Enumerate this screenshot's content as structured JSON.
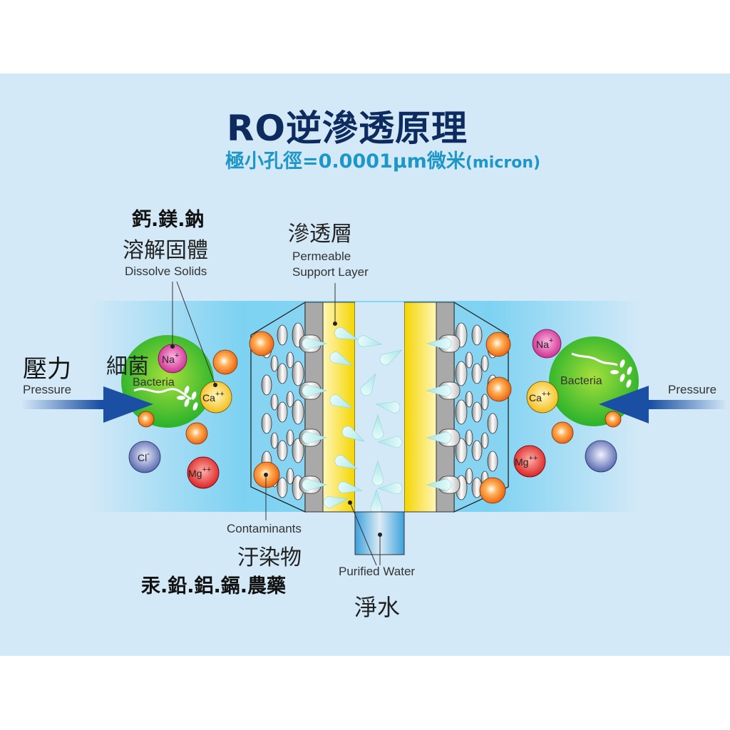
{
  "title": "RO逆滲透原理",
  "subtitle": {
    "main": "極小孔徑=0.0001μm微米",
    "unit": "(micron)"
  },
  "dissolved_solids": {
    "elements_zh": "鈣.鎂.鈉",
    "label_zh": "溶解固體",
    "label_en": "Dissolve Solids"
  },
  "support_layer": {
    "label_zh": "滲透層",
    "label_en_line1": "Permeable",
    "label_en_line2": "Support Layer"
  },
  "pressure": {
    "label_zh": "壓力",
    "label_en_left": "Pressure",
    "label_en_right": "Pressure",
    "arrow_color": "#1a4fa3"
  },
  "bacteria": {
    "label_zh": "細菌",
    "label_en": "Bacteria",
    "color": "#2bb534"
  },
  "ions": {
    "na": {
      "symbol": "Na",
      "charge": "+",
      "color": "#d43c9b"
    },
    "ca": {
      "symbol": "Ca",
      "charge": "++",
      "color": "#f5c51c"
    },
    "mg": {
      "symbol": "Mg",
      "charge": "++",
      "color": "#e02a2a"
    },
    "cl": {
      "symbol": "Cl",
      "charge": "-",
      "color": "#5b6fb5"
    }
  },
  "contaminants": {
    "label_en": "Contaminants",
    "label_zh": "汙染物",
    "elements_zh": "汞.鉛.鋁.鎘.農藥",
    "color": "#f07a1a"
  },
  "purified_water": {
    "label_en": "Purified Water",
    "label_zh": "淨水"
  },
  "colors": {
    "panel_bg": "#d4e9f7",
    "band": "#7dd2f2",
    "title": "#0d2b5e",
    "subtitle": "#1c97c8",
    "membrane_gray": "#a9a9a9",
    "membrane_yellow": "#f7dc10"
  }
}
